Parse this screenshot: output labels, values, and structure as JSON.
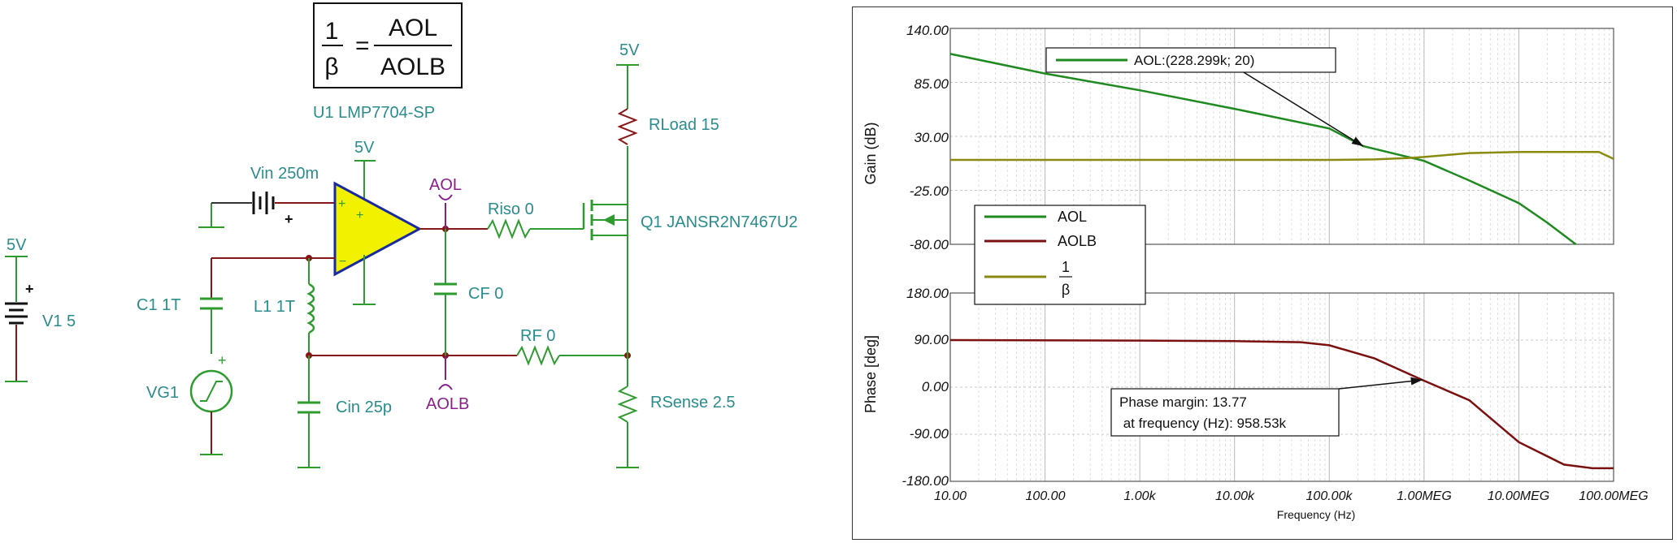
{
  "formula": {
    "one": "1",
    "beta": "β",
    "numerator": "AOL",
    "denominator": "AOLB"
  },
  "schematic": {
    "v1_supply": "5V",
    "v1_label": "V1 5",
    "u1_label": "U1 LMP7704-SP",
    "u1_supply": "5V",
    "vin_label": "Vin 250m",
    "aol_net": "AOL",
    "aolb_net": "AOLB",
    "riso_label": "Riso 0",
    "cf_label": "CF 0",
    "rf_label": "RF 0",
    "q1_label": "Q1 JANSR2N7467U2",
    "rload_supply": "5V",
    "rload_label": "RLoad 15",
    "rsense_label": "RSense 2.5",
    "c1_label": "C1 1T",
    "l1_label": "L1 1T",
    "vg1_label": "VG1",
    "cin_label": "Cin 25p",
    "plus": "+",
    "minus": "−"
  },
  "colors": {
    "wire_green": "#2e9b2e",
    "wire_red": "#8a1515",
    "opamp_fill": "#f2f200",
    "opamp_stroke": "#1a2aa0",
    "aol_color": "#1f8a1f",
    "aolb_color": "#7a1010",
    "inv_beta_color": "#8a8a10"
  },
  "chart_data": {
    "type": "line",
    "x_scale": "log",
    "xlabel": "Frequency (Hz)",
    "x_ticks": [
      "10.00",
      "100.00",
      "1.00k",
      "10.00k",
      "100.00k",
      "1.00MEG",
      "10.00MEG",
      "100.00MEG"
    ],
    "xlim": [
      10,
      100000000
    ],
    "grid": true,
    "legend_position": "left-center",
    "legend": [
      {
        "name": "AOL"
      },
      {
        "name": "AOLB"
      },
      {
        "name_top": "1",
        "name_bottom": "β"
      }
    ],
    "gain": {
      "ylabel": "Gain (dB)",
      "ylim": [
        -80,
        140
      ],
      "y_ticks": [
        "140.00",
        "85.00",
        "30.00",
        "-25.00",
        "-80.00"
      ],
      "annotation": {
        "text": "AOL:(228.299k; 20)",
        "x": 228299,
        "y": 20
      },
      "series": [
        {
          "name": "AOL",
          "x": [
            10,
            100,
            1000,
            10000,
            100000,
            228299,
            1000000,
            3000000,
            10000000,
            20000000,
            40000000
          ],
          "y": [
            114,
            94,
            77,
            58,
            38,
            20,
            5,
            -15,
            -38,
            -58,
            -80
          ]
        },
        {
          "name": "1/β",
          "x": [
            10,
            100,
            1000,
            10000,
            100000,
            300000,
            700000,
            1000000,
            2000000,
            3000000,
            10000000,
            30000000,
            70000000,
            100000000
          ],
          "y": [
            6,
            6,
            6,
            6,
            6,
            6.5,
            8,
            9,
            11.5,
            13,
            14,
            14,
            14,
            7
          ]
        }
      ]
    },
    "phase": {
      "ylabel": "Phase [deg]",
      "ylim": [
        -180,
        180
      ],
      "y_ticks": [
        "180.00",
        "90.00",
        "0.00",
        "-90.00",
        "-180.00"
      ],
      "annotation": {
        "line1": "Phase margin: 13.77",
        "line2": " at frequency (Hz): 958.53k",
        "x": 958530,
        "y": 13.77
      },
      "series": [
        {
          "name": "AOLB",
          "x": [
            10,
            1000,
            10000,
            50000,
            100000,
            300000,
            958530,
            3000000,
            10000000,
            30000000,
            60000000,
            100000000
          ],
          "y": [
            90,
            89,
            88,
            86,
            80,
            55,
            13.77,
            -25,
            -105,
            -148,
            -155,
            -155
          ]
        }
      ]
    }
  }
}
